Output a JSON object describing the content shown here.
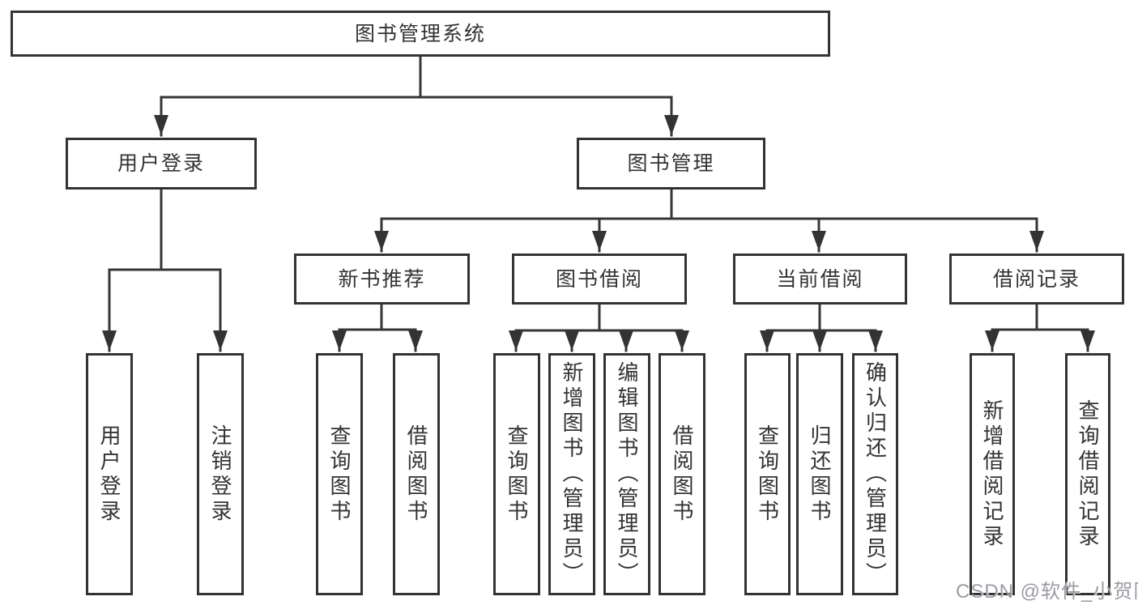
{
  "diagram": {
    "type": "hierarchy-tree",
    "nodes": {
      "root": "图书管理系统",
      "user_login": "用户登录",
      "book_mgmt": "图书管理",
      "new_book_rec": "新书推荐",
      "book_borrow": "图书借阅",
      "current_borrow": "当前借阅",
      "borrow_records": "借阅记录",
      "leaf_user_login": "用户登录",
      "leaf_logout": "注销登录",
      "leaf_query_book_a": "查询图书",
      "leaf_borrow_book_a": "借阅图书",
      "leaf_query_book_b": "查询图书",
      "leaf_add_book": "新增图书（管理员）",
      "leaf_edit_book": "编辑图书（管理员）",
      "leaf_borrow_book_b": "借阅图书",
      "leaf_query_book_c": "查询图书",
      "leaf_return_book": "归还图书",
      "leaf_confirm_return": "确认归还（管理员）",
      "leaf_add_record": "新增借阅记录",
      "leaf_query_record": "查询借阅记录"
    },
    "edges": [
      [
        "root",
        "user_login"
      ],
      [
        "root",
        "book_mgmt"
      ],
      [
        "user_login",
        "leaf_user_login"
      ],
      [
        "user_login",
        "leaf_logout"
      ],
      [
        "book_mgmt",
        "new_book_rec"
      ],
      [
        "book_mgmt",
        "book_borrow"
      ],
      [
        "book_mgmt",
        "current_borrow"
      ],
      [
        "book_mgmt",
        "borrow_records"
      ],
      [
        "new_book_rec",
        "leaf_query_book_a"
      ],
      [
        "new_book_rec",
        "leaf_borrow_book_a"
      ],
      [
        "book_borrow",
        "leaf_query_book_b"
      ],
      [
        "book_borrow",
        "leaf_add_book"
      ],
      [
        "book_borrow",
        "leaf_edit_book"
      ],
      [
        "book_borrow",
        "leaf_borrow_book_b"
      ],
      [
        "current_borrow",
        "leaf_query_book_c"
      ],
      [
        "current_borrow",
        "leaf_return_book"
      ],
      [
        "current_borrow",
        "leaf_confirm_return"
      ],
      [
        "borrow_records",
        "leaf_add_record"
      ],
      [
        "borrow_records",
        "leaf_query_record"
      ]
    ],
    "colors": {
      "line": "#363636",
      "border": "#333333",
      "text": "#333333",
      "background": "#ffffff",
      "watermark": "#9b9ba3"
    }
  },
  "watermark": {
    "text": "CSDN @软件_小贺同学"
  }
}
